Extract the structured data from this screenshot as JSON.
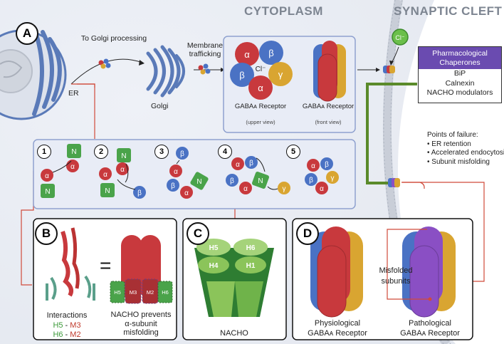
{
  "headers": {
    "cytoplasm": "CYTOPLASM",
    "synaptic_cleft": "SYNAPTIC CLEFT"
  },
  "panels": {
    "a": "A",
    "b": "B",
    "c": "C",
    "d": "D"
  },
  "panel_a": {
    "to_golgi": "To Golgi processing",
    "membrane_trafficking": "Membrane trafficking",
    "er": "ER",
    "golgi": "Golgi",
    "chloride": "Cl⁻",
    "upper_view_caption": "GABAᴀ Receptor",
    "upper_view_note": "(upper view)",
    "front_view_caption": "GABAᴀ Receptor",
    "front_view_note": "(front view)",
    "subunit_labels": {
      "alpha": "α",
      "beta": "β",
      "gamma": "γ",
      "nacho": "N"
    },
    "steps": [
      "1",
      "2",
      "3",
      "4",
      "5"
    ]
  },
  "chaperones": {
    "title": "Pharmacological Chaperones",
    "items": [
      "BiP",
      "Calnexin",
      "NACHO modulators"
    ]
  },
  "failure": {
    "title": "Points of failure:",
    "items": [
      "ER retention",
      "Accelerated endocytosis",
      "Subunit misfolding"
    ]
  },
  "panel_b": {
    "interactions": "Interactions",
    "pair1_left": "H5",
    "pair1_right": "M3",
    "pair2_left": "H6",
    "pair2_right": "M2",
    "dash": " - ",
    "nacho_prevents": "NACHO prevents α-subunit misfolding",
    "helix_labels": [
      "H5",
      "M3",
      "M2",
      "H6"
    ],
    "equals": "="
  },
  "panel_c": {
    "helices": [
      "H5",
      "H6",
      "H4",
      "H1"
    ],
    "caption": "NACHO"
  },
  "panel_d": {
    "misfolded": "Misfolded subunits",
    "physiological": "Physiological GABAᴀ Receptor",
    "pathological": "Pathological GABAᴀ Receptor"
  },
  "colors": {
    "alpha": "#c8393d",
    "beta": "#4a72c4",
    "gamma": "#d9a531",
    "nacho": "#4aa34a",
    "purple": "#8a4fc4",
    "line_red": "#d04a3a",
    "line_green": "#5a8a2a",
    "panel_fill": "#e8ecf6",
    "panel_stroke": "#8fa1cf"
  }
}
